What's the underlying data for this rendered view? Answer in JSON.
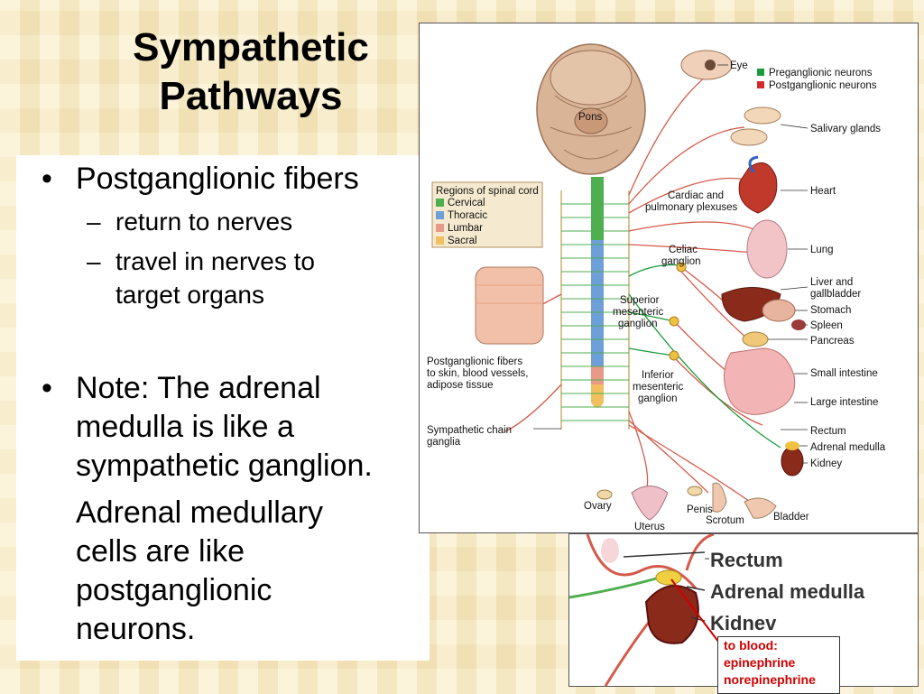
{
  "slide": {
    "title_line1": "Sympathetic",
    "title_line2": "Pathways",
    "bullets": {
      "b1": "Postganglionic fibers",
      "b1_sub1": "return to nerves",
      "b1_sub2_line1": "travel in nerves to",
      "b1_sub2_line2": "target organs",
      "b2_line1": "Note: The adrenal",
      "b2_line2": "medulla is like a",
      "b2_line3": "sympathetic ganglion.",
      "p_line1": "Adrenal medullary",
      "p_line2": "cells are like",
      "p_line3": "postganglionic",
      "p_line4": "neurons."
    },
    "bullet_symbol": "•",
    "dash_symbol": "–"
  },
  "diagram": {
    "legend": {
      "pre": "Preganglionic neurons",
      "post": "Postganglionic neurons"
    },
    "regions": {
      "title": "Regions of spinal cord",
      "cervical": "Cervical",
      "thoracic": "Thoracic",
      "lumbar": "Lumbar",
      "sacral": "Sacral"
    },
    "brain_label": "Pons",
    "organs": {
      "eye": "Eye",
      "salivary": "Salivary glands",
      "heart": "Heart",
      "lung": "Lung",
      "liver1": "Liver and",
      "liver2": "gallbladder",
      "stomach": "Stomach",
      "spleen": "Spleen",
      "pancreas": "Pancreas",
      "small_int": "Small intestine",
      "large_int": "Large intestine",
      "rectum": "Rectum",
      "adrenal": "Adrenal medulla",
      "kidney": "Kidney",
      "bladder": "Bladder",
      "ovary": "Ovary",
      "uterus": "Uterus",
      "penis": "Penis",
      "scrotum": "Scrotum"
    },
    "ganglia": {
      "cardiac1": "Cardiac and",
      "cardiac2": "pulmonary plexuses",
      "celiac1": "Celiac",
      "celiac2": "ganglion",
      "sup1": "Superior",
      "sup2": "mesenteric",
      "sup3": "ganglion",
      "inf1": "Inferior",
      "inf2": "mesenteric",
      "inf3": "ganglion"
    },
    "skin": {
      "l1": "Postganglionic fibers",
      "l2": "to skin, blood vessels,",
      "l3": "adipose tissue"
    },
    "chain": {
      "l1": "Sympathetic chain",
      "l2": "ganglia"
    },
    "colors": {
      "pre": "#1a9a3a",
      "post": "#d42a2a",
      "nerve": "#c85a4a"
    }
  },
  "inset": {
    "rectum": "Rectum",
    "adrenal": "Adrenal medulla",
    "kidney": "Kidnev",
    "callout1": "to blood:",
    "callout2": "epinephrine",
    "callout3": "norepinephrine"
  }
}
